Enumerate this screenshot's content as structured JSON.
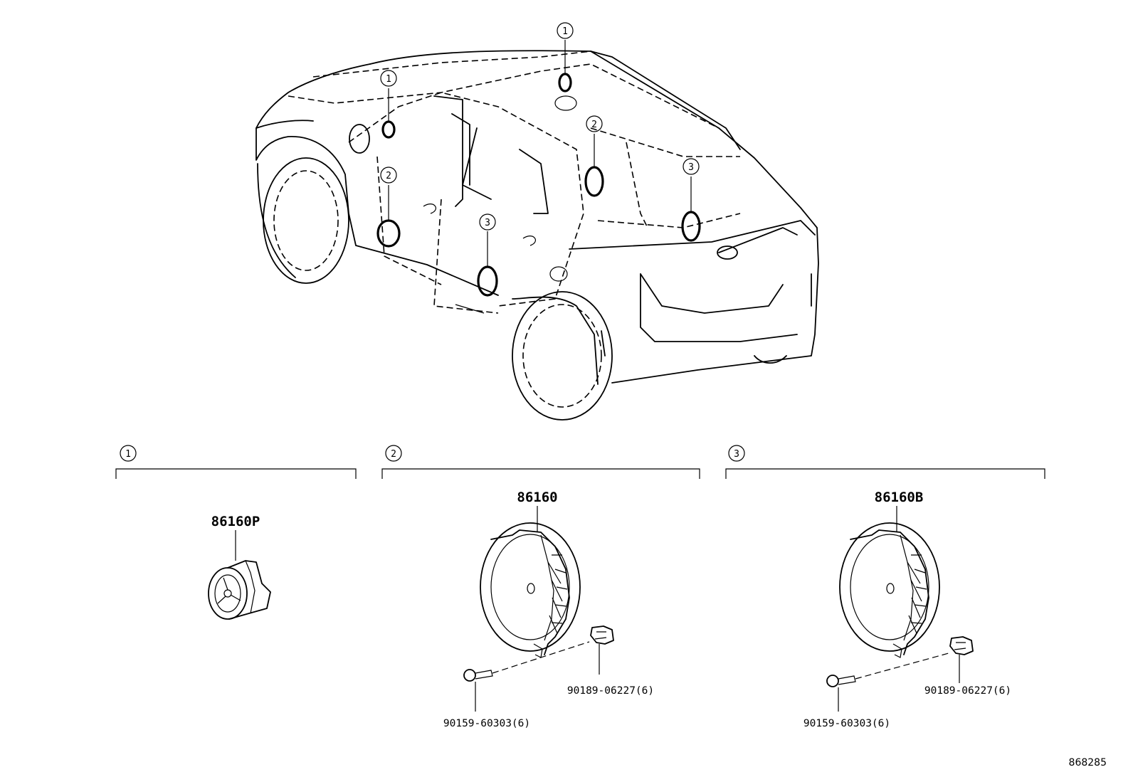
{
  "callout_numbers": [
    "1",
    "2",
    "3"
  ],
  "groups": [
    {
      "number": "1",
      "part_number": "86160P",
      "fasteners": []
    },
    {
      "number": "2",
      "part_number": "86160",
      "fasteners": [
        "90189-06227(6)",
        "90159-60303(6)"
      ]
    },
    {
      "number": "3",
      "part_number": "86160B",
      "fasteners": [
        "90189-06227(6)",
        "90159-60303(6)"
      ]
    }
  ],
  "reference_id": "868285"
}
